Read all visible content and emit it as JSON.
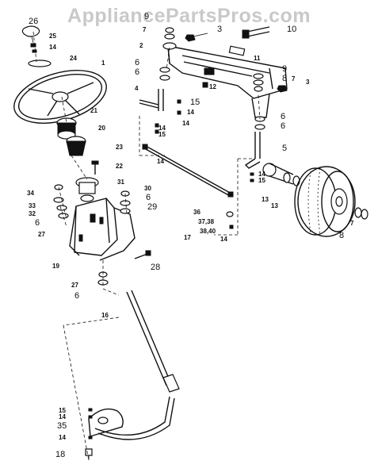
{
  "watermark": "AppliancePartsPros.com",
  "labels": [
    {
      "id": "26",
      "text": "26",
      "big": true
    },
    {
      "id": "25",
      "text": "25"
    },
    {
      "id": "14a",
      "text": "14"
    },
    {
      "id": "24",
      "text": "24"
    },
    {
      "id": "1",
      "text": "1"
    },
    {
      "id": "21",
      "text": "21"
    },
    {
      "id": "20",
      "text": "20"
    },
    {
      "id": "23",
      "text": "23"
    },
    {
      "id": "22",
      "text": "22"
    },
    {
      "id": "34",
      "text": "34"
    },
    {
      "id": "33",
      "text": "33"
    },
    {
      "id": "32",
      "text": "32"
    },
    {
      "id": "6a",
      "text": "6",
      "big": true
    },
    {
      "id": "27a",
      "text": "27"
    },
    {
      "id": "31",
      "text": "31"
    },
    {
      "id": "30",
      "text": "30"
    },
    {
      "id": "6b",
      "text": "6",
      "big": true
    },
    {
      "id": "29",
      "text": "29",
      "big": true
    },
    {
      "id": "19",
      "text": "19"
    },
    {
      "id": "28",
      "text": "28",
      "big": true
    },
    {
      "id": "27b",
      "text": "27"
    },
    {
      "id": "6c",
      "text": "6",
      "big": true
    },
    {
      "id": "16",
      "text": "16"
    },
    {
      "id": "15a",
      "text": "15"
    },
    {
      "id": "14b",
      "text": "14"
    },
    {
      "id": "35",
      "text": "35",
      "big": true
    },
    {
      "id": "14c",
      "text": "14"
    },
    {
      "id": "18",
      "text": "18",
      "big": true
    },
    {
      "id": "9a",
      "text": "9",
      "big": true
    },
    {
      "id": "7a",
      "text": "7"
    },
    {
      "id": "2",
      "text": "2"
    },
    {
      "id": "3a",
      "text": "3",
      "big": true
    },
    {
      "id": "10",
      "text": "10",
      "big": true
    },
    {
      "id": "6d",
      "text": "6",
      "big": true
    },
    {
      "id": "6e",
      "text": "6",
      "big": true
    },
    {
      "id": "11",
      "text": "11"
    },
    {
      "id": "4",
      "text": "4"
    },
    {
      "id": "12",
      "text": "12"
    },
    {
      "id": "15b",
      "text": "15",
      "big": true
    },
    {
      "id": "14d",
      "text": "14"
    },
    {
      "id": "14e",
      "text": "14"
    },
    {
      "id": "14f",
      "text": "14"
    },
    {
      "id": "15c",
      "text": "15"
    },
    {
      "id": "14g",
      "text": "14"
    },
    {
      "id": "9b",
      "text": "9",
      "big": true
    },
    {
      "id": "8a",
      "text": "8",
      "big": true
    },
    {
      "id": "7b",
      "text": "7"
    },
    {
      "id": "3b",
      "text": "3"
    },
    {
      "id": "6f",
      "text": "6",
      "big": true
    },
    {
      "id": "6g",
      "text": "6",
      "big": true
    },
    {
      "id": "5",
      "text": "5",
      "big": true
    },
    {
      "id": "14h",
      "text": "14"
    },
    {
      "id": "15d",
      "text": "15"
    },
    {
      "id": "13a",
      "text": "13"
    },
    {
      "id": "13b",
      "text": "13"
    },
    {
      "id": "36",
      "text": "36"
    },
    {
      "id": "37",
      "text": "37,38"
    },
    {
      "id": "17",
      "text": "17"
    },
    {
      "id": "38",
      "text": "38,40"
    },
    {
      "id": "14i",
      "text": "14"
    },
    {
      "id": "7c",
      "text": "7"
    },
    {
      "id": "8b",
      "text": "8",
      "big": true
    }
  ]
}
